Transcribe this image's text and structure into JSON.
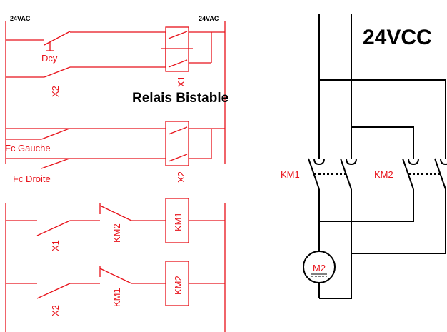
{
  "left": {
    "supply_left": "24VAC",
    "supply_right": "24VAC",
    "title": "Relais Bistable",
    "contacts": {
      "dcy": "Dcy",
      "x2_rung1": "X2",
      "fc_gauche": "Fc Gauche",
      "fc_droite": "Fc Droite",
      "x1_rung3": "X1",
      "km2_rung3": "KM2",
      "x2_rung4": "X2",
      "km1_rung4": "KM1"
    },
    "coils": {
      "x1": "X1",
      "x2": "X2",
      "km1": "KM1",
      "km2": "KM2"
    }
  },
  "right": {
    "supply": "24VCC",
    "km1_label": "KM1",
    "km2_label": "KM2",
    "motor_label": "M2"
  }
}
